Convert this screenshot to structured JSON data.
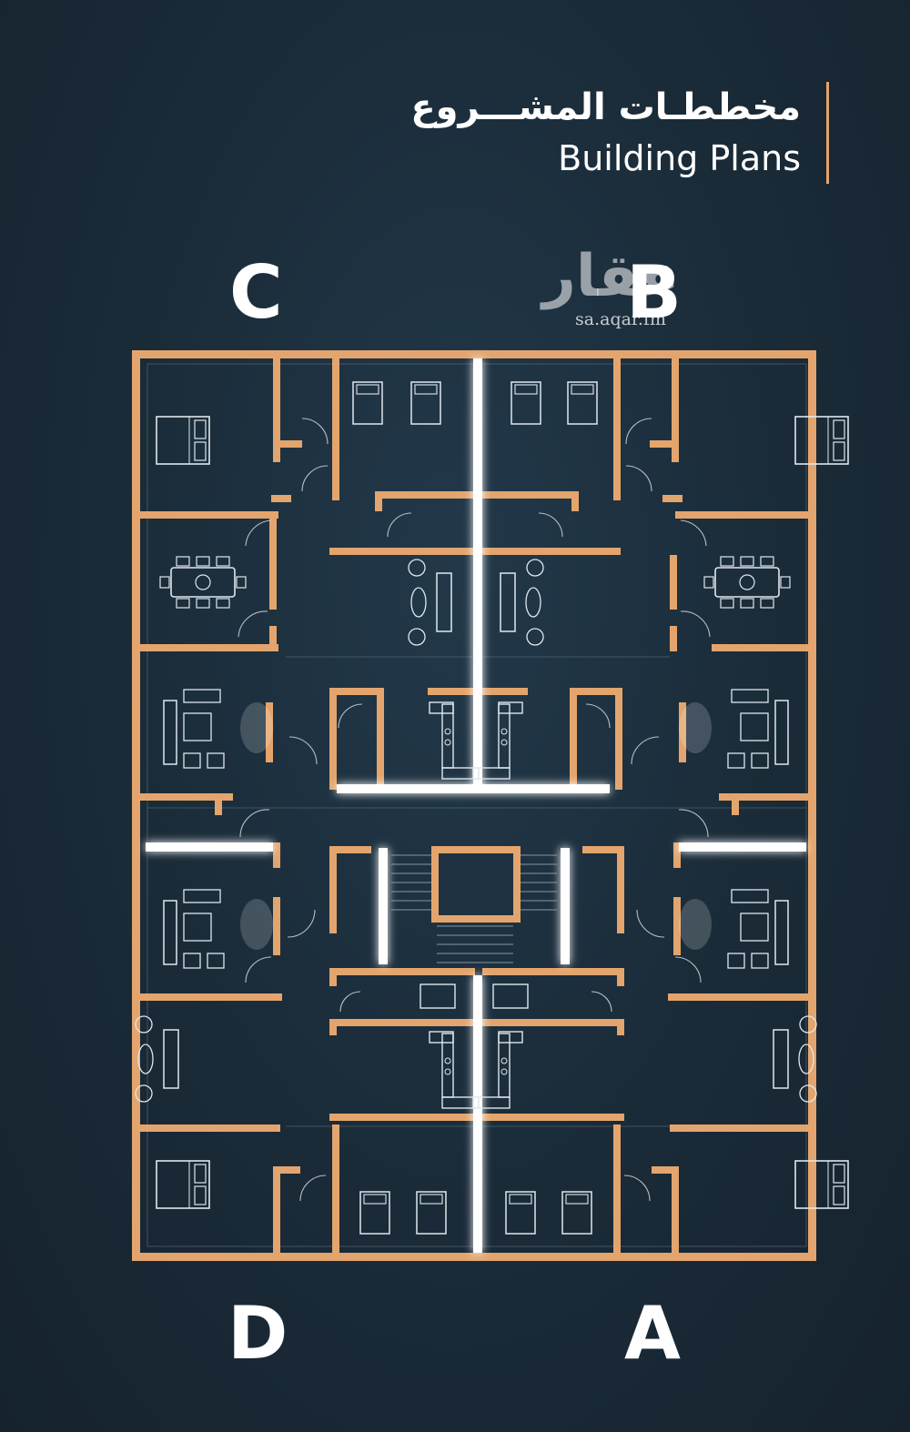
{
  "header": {
    "title_ar": "مخططـات المشـــروع",
    "title_en": "Building Plans"
  },
  "units": {
    "top_left": "C",
    "top_right": "B",
    "bottom_left": "D",
    "bottom_right": "A"
  },
  "watermark": {
    "brand": "عقار",
    "url": "sa.aqar.fm"
  },
  "colors": {
    "background": "#1b2c3a",
    "wall": "#e3a56d",
    "light_strip": "#ffffff",
    "furniture": "#dfe7ee",
    "accent_rule": "#e3a56d"
  }
}
